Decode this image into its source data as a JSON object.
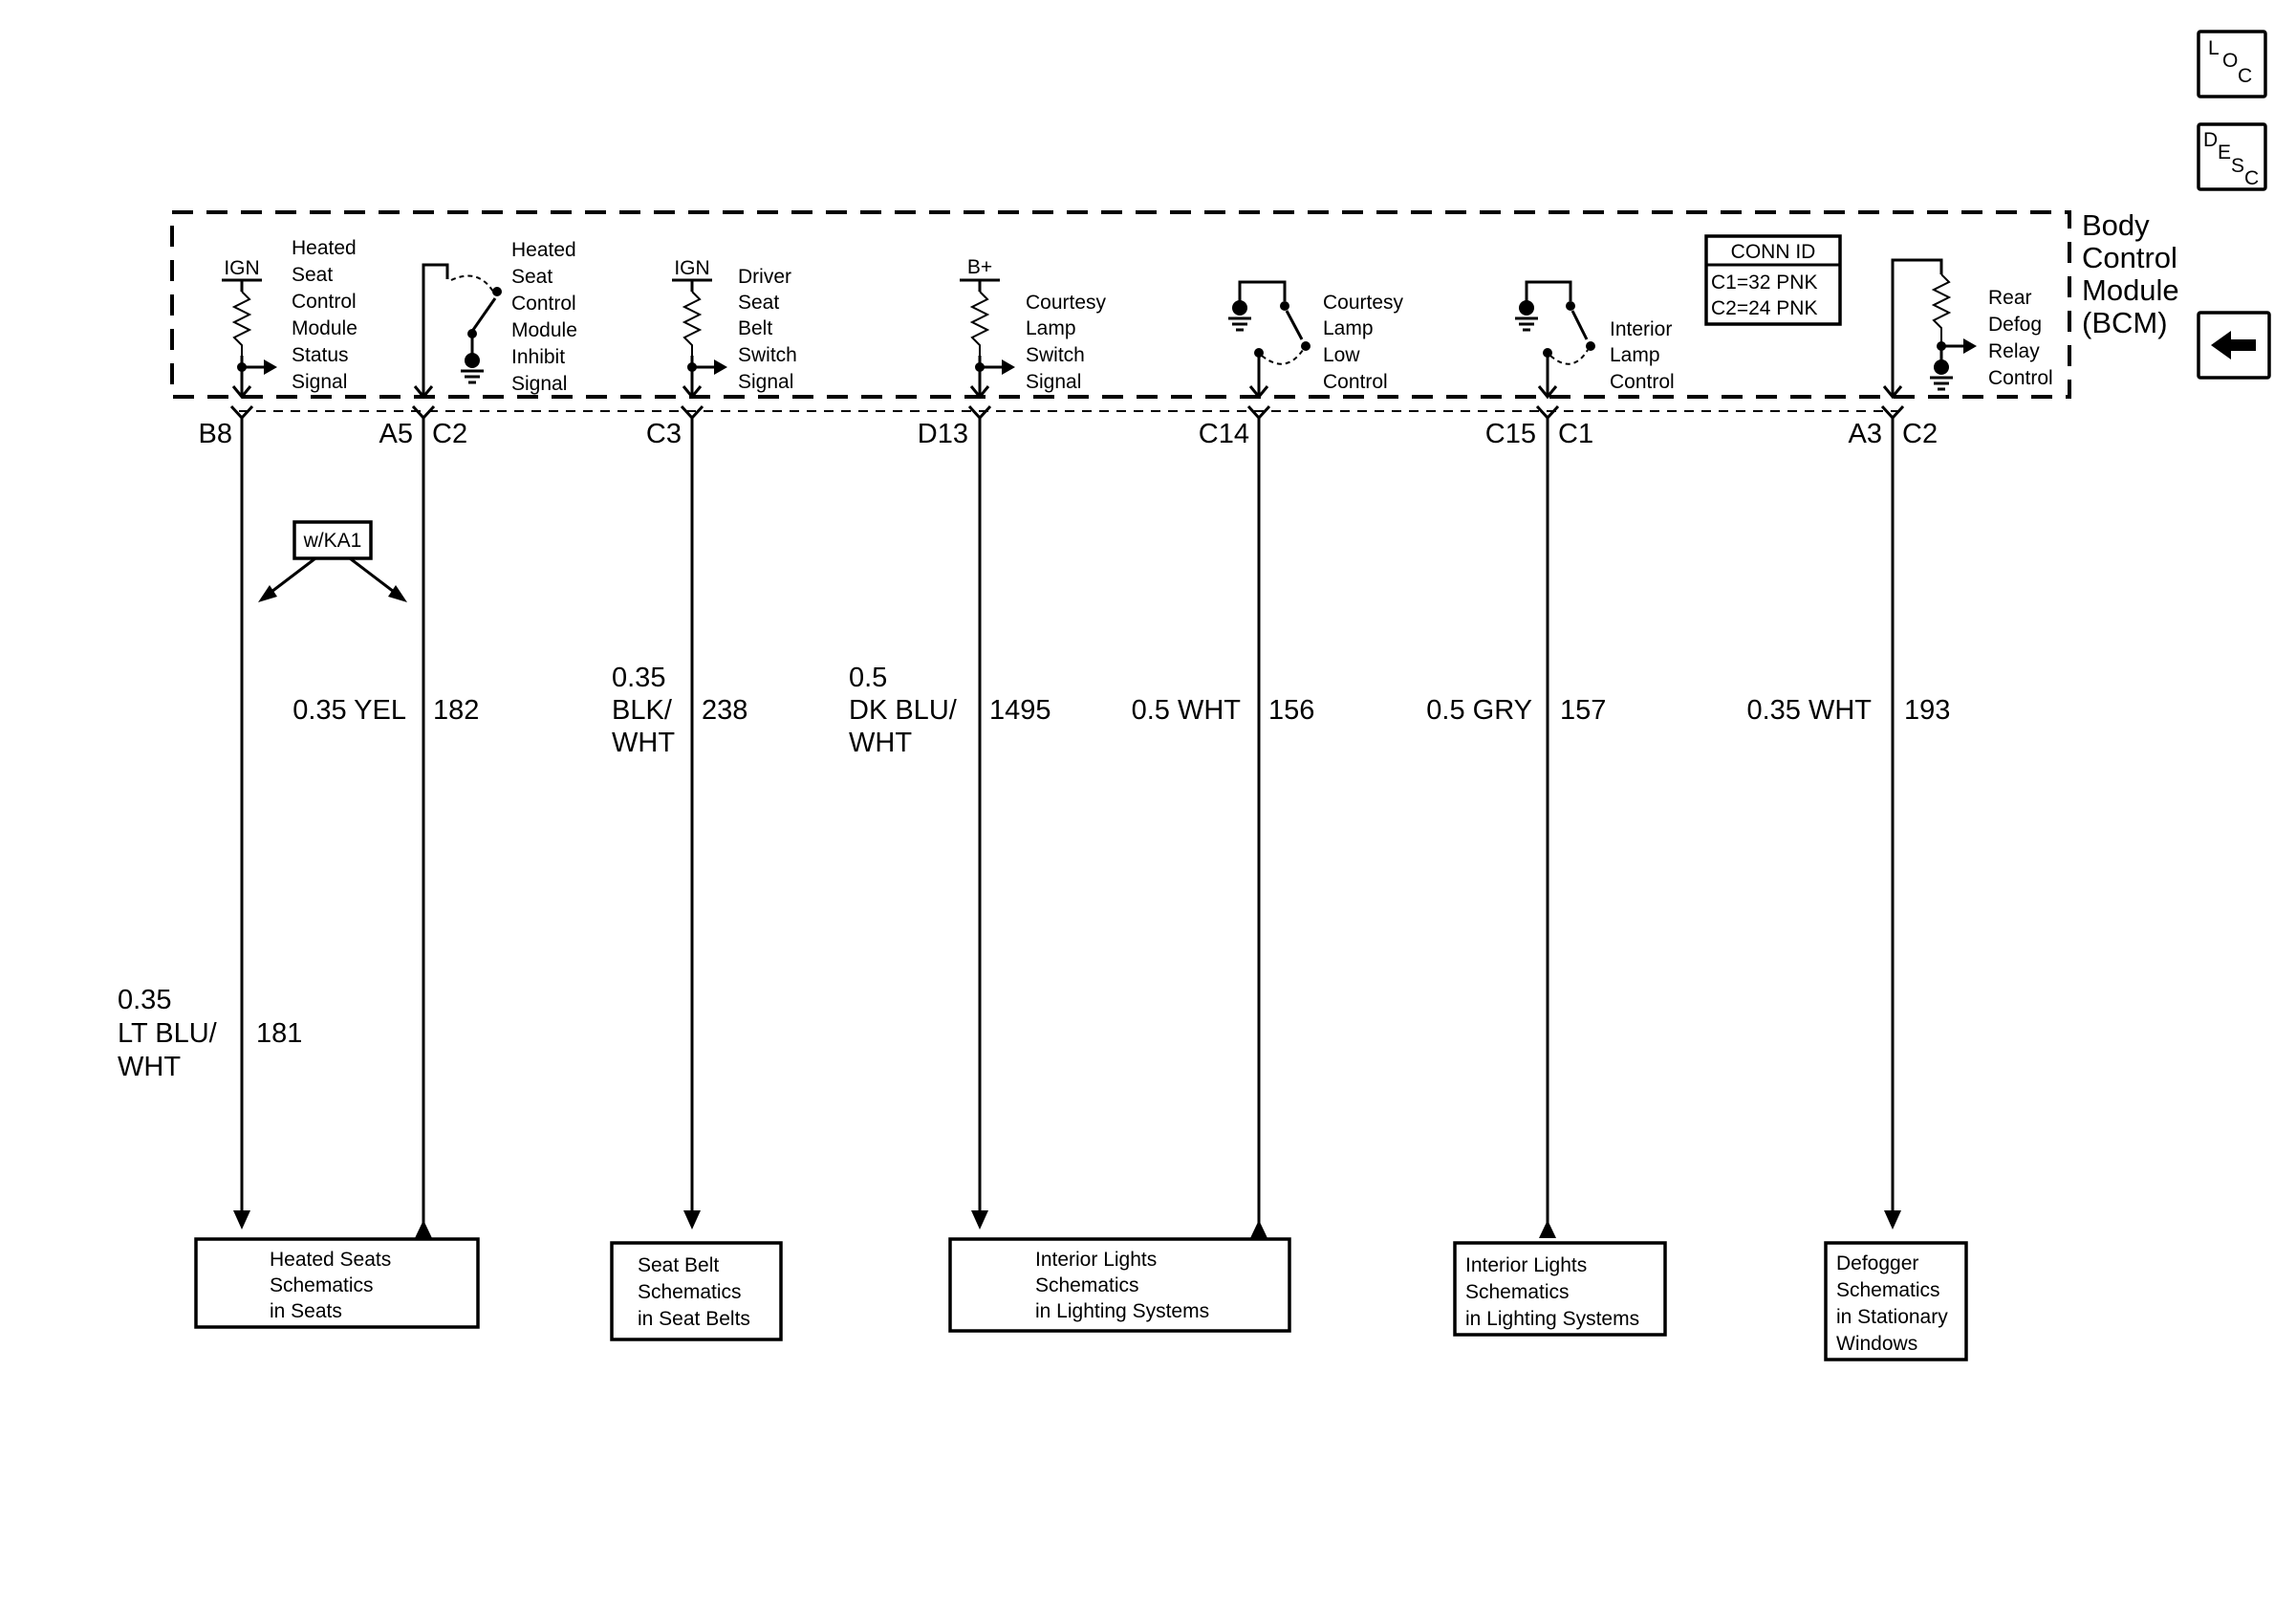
{
  "module": {
    "title_lines": [
      "Body",
      "Control",
      "Module",
      "(BCM)"
    ],
    "conn_id": {
      "title": "CONN ID",
      "lines": [
        "C1=32 PNK",
        "C2=24 PNK"
      ]
    }
  },
  "nav": {
    "loc": [
      "L",
      "O",
      "C"
    ],
    "desc": [
      "D",
      "E",
      "S",
      "C"
    ]
  },
  "circuits": [
    {
      "supply": "IGN",
      "label": [
        "Heated",
        "Seat",
        "Control",
        "Module",
        "Status",
        "Signal"
      ],
      "pins": [
        "B8"
      ],
      "wire": [
        "0.35",
        "LT BLU/",
        "WHT"
      ],
      "circuit": "181"
    },
    {
      "label": [
        "Heated",
        "Seat",
        "Control",
        "Module",
        "Inhibit",
        "Signal"
      ],
      "pins": [
        "A5",
        "C2"
      ],
      "wire": [
        "0.35 YEL"
      ],
      "circuit": "182"
    },
    {
      "supply": "IGN",
      "label": [
        "Driver",
        "Seat",
        "Belt",
        "Switch",
        "Signal"
      ],
      "pins": [
        "C3"
      ],
      "wire": [
        "0.35",
        "BLK/",
        "WHT"
      ],
      "circuit": "238"
    },
    {
      "supply": "B+",
      "label": [
        "Courtesy",
        "Lamp",
        "Switch",
        "Signal"
      ],
      "pins": [
        "D13"
      ],
      "wire": [
        "0.5",
        "DK BLU/",
        "WHT"
      ],
      "circuit": "1495"
    },
    {
      "label": [
        "Courtesy",
        "Lamp",
        "Low",
        "Control"
      ],
      "pins": [
        "C14"
      ],
      "wire": [
        "0.5 WHT"
      ],
      "circuit": "156"
    },
    {
      "label": [
        "Interior",
        "Lamp",
        "Control"
      ],
      "pins": [
        "C15",
        "C1"
      ],
      "wire": [
        "0.5 GRY"
      ],
      "circuit": "157"
    },
    {
      "label": [
        "Rear",
        "Defog",
        "Relay",
        "Control"
      ],
      "pins": [
        "A3",
        "C2"
      ],
      "wire": [
        "0.35 WHT"
      ],
      "circuit": "193"
    }
  ],
  "option_tag": "w/KA1",
  "destinations": [
    [
      "Heated Seats",
      "Schematics",
      "in Seats"
    ],
    [
      "Seat Belt",
      "Schematics",
      "in Seat Belts"
    ],
    [
      "Interior Lights",
      "Schematics",
      "in Lighting Systems"
    ],
    [
      "Interior Lights",
      "Schematics",
      "in Lighting Systems"
    ],
    [
      "Defogger",
      "Schematics",
      "in Stationary",
      "Windows"
    ]
  ]
}
